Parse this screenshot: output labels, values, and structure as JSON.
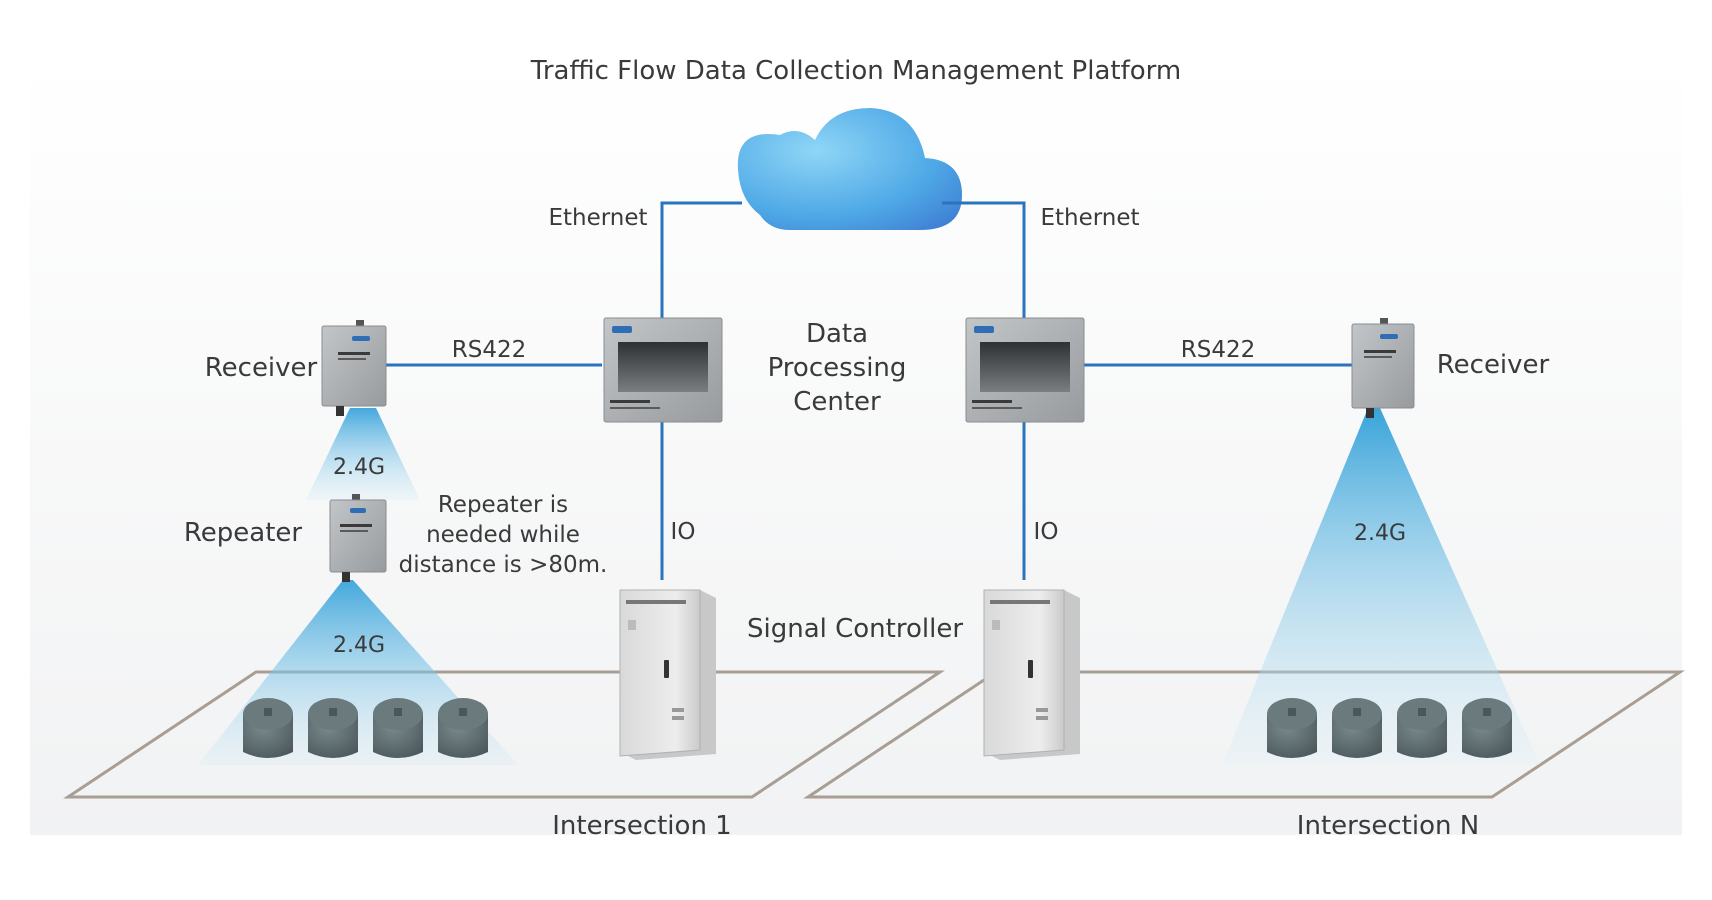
{
  "title": "Traffic Flow Data Collection Management Platform",
  "links": {
    "ethernet_left": "Ethernet",
    "ethernet_right": "Ethernet",
    "rs422_left": "RS422",
    "rs422_right": "RS422",
    "io_left": "IO",
    "io_right": "IO"
  },
  "nodes": {
    "receiver_left": "Receiver",
    "receiver_right": "Receiver",
    "repeater": "Repeater",
    "data_center_line1": "Data",
    "data_center_line2": "Processing",
    "data_center_line3": "Center",
    "signal_controller": "Signal Controller"
  },
  "wireless": {
    "receiver_to_repeater": "2.4G",
    "repeater_to_sensors": "2.4G",
    "receiver_to_sensors_right": "2.4G"
  },
  "note": {
    "line1": "Repeater is",
    "line2": "needed while",
    "line3": "distance is >80m."
  },
  "intersections": {
    "left": "Intersection 1",
    "right": "Intersection N"
  },
  "colors": {
    "link": "#2a73bf",
    "beam": "#3aa4db",
    "cloud": "#3f8fe0",
    "plane": "#a89e94",
    "sensor": "#566568",
    "device": "#a8abad"
  }
}
